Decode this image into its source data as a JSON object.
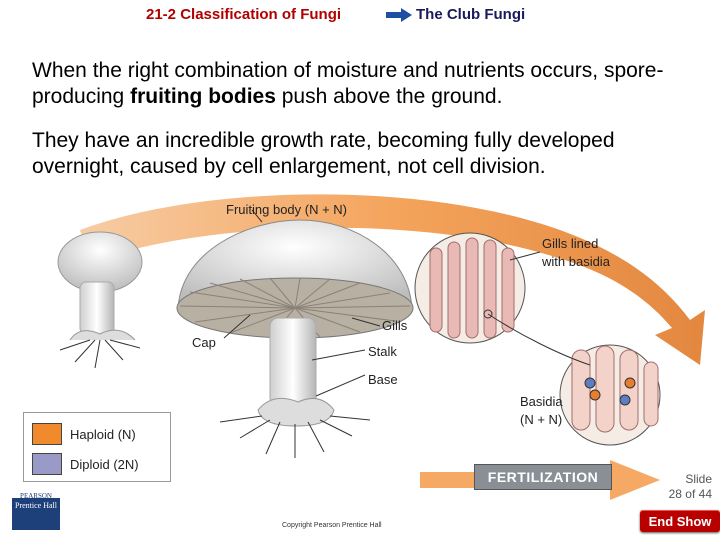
{
  "header": {
    "section": "21-2 Classification of Fungi",
    "topic": "The Club Fungi"
  },
  "body": {
    "para1_before": "When the right combination of moisture and nutrients occurs, spore-producing ",
    "para1_bold": "fruiting bodies",
    "para1_after": " push above the ground.",
    "para2": "They have an incredible growth rate, becoming fully developed overnight, caused by cell enlargement, not cell division."
  },
  "diagram": {
    "fruiting_body_label": "Fruiting body (N + N)",
    "gills_lined_label_1": "Gills lined",
    "gills_lined_label_2": "with basidia",
    "gills_label": "Gills",
    "cap_label": "Cap",
    "stalk_label": "Stalk",
    "base_label": "Base",
    "basidia_label_1": "Basidia",
    "basidia_label_2": "(N + N)"
  },
  "legend": {
    "haploid": "Haploid (N)",
    "diploid": "Diploid (2N)",
    "haploid_color": "#f08a2c",
    "diploid_color": "#9a9ac8"
  },
  "fertilization": "FERTILIZATION",
  "footer": {
    "slide_line1": "Slide",
    "slide_line2": "28 of 44",
    "copyright": "Copyright Pearson Prentice Hall",
    "end_show": "End Show",
    "publisher_top": "PEARSON",
    "publisher_name": "Prentice Hall"
  }
}
